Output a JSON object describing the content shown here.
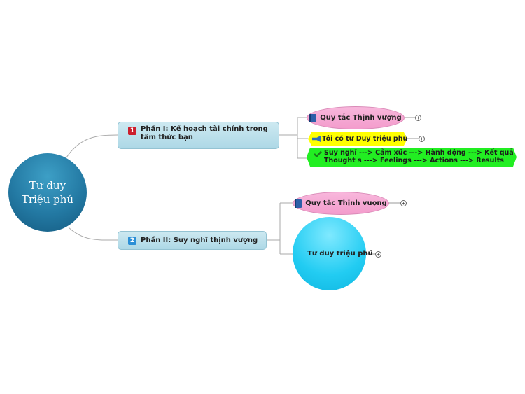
{
  "central": {
    "title": "Tư duy\nTriệu phú"
  },
  "part1": {
    "badge": "1",
    "label": "Phần I: Kế hoạch tài chính trong tâm thức bạn",
    "children": {
      "rule": "Quy tắc Thịnh vượng",
      "mindset": "Tôi có tư Duy triệu phú",
      "flow_vi": "Suy nghĩ ---> Cảm xúc ---> Hành động ---> Kết quả",
      "flow_en": "Thought s ---> Feelings ---> Actions ---> Results"
    }
  },
  "part2": {
    "badge": "2",
    "label": "Phần II: Suy nghĩ thịnh vượng",
    "children": {
      "rule": "Quy tắc Thịnh vượng",
      "mindset": "Tư duy triệu phú"
    }
  },
  "expand_symbol": "+",
  "colors": {
    "central": "#2379a3",
    "main_topic": "#add8e6",
    "oval_pink": "#f39ccc",
    "yellow": "#ffff00",
    "green": "#22ee22",
    "cyan_circle": "#22ccf2"
  },
  "icons": [
    "book-icon",
    "megaphone-icon",
    "check-icon"
  ]
}
